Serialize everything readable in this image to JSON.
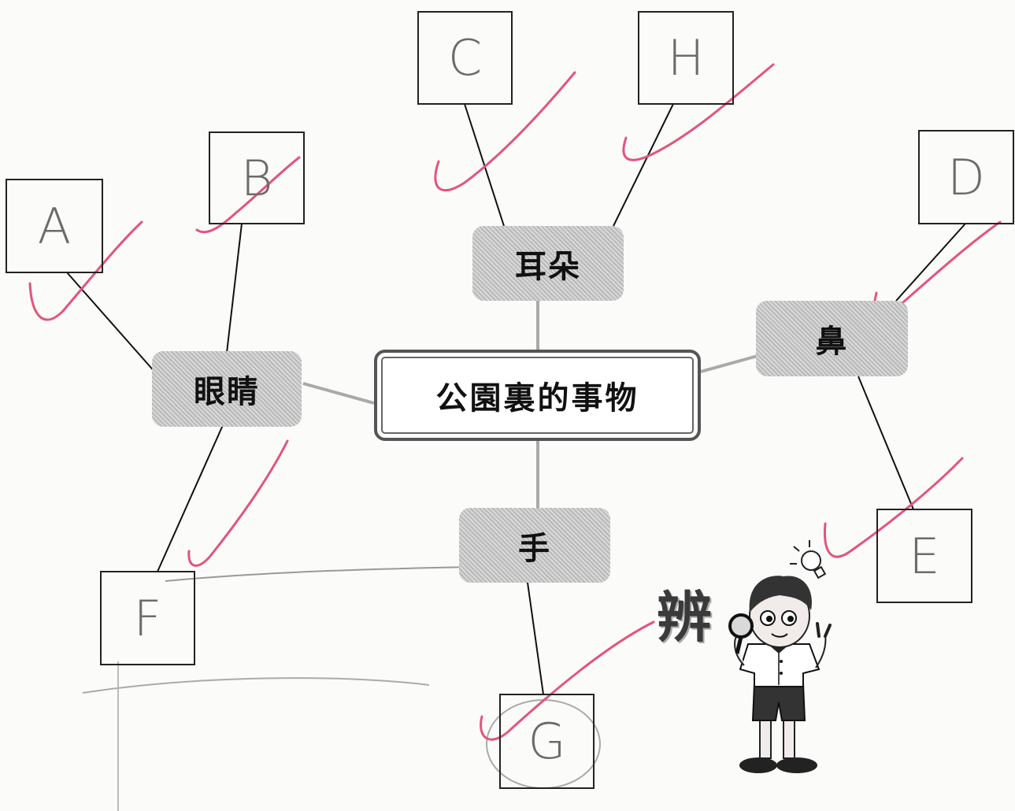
{
  "center_label": "公園裏的事物",
  "topics": {
    "eyes": "眼睛",
    "ears": "耳朵",
    "nose": "鼻",
    "hand": "手"
  },
  "answers": {
    "a": "A",
    "b": "B",
    "c": "C",
    "d": "D",
    "e": "E",
    "f": "F",
    "g": "G",
    "h": "H"
  },
  "stamp_text": "辨",
  "colors": {
    "tick": "#e2557a",
    "line": "#111111",
    "connector": "#a9a9a9",
    "pencil": "#6b6b6b"
  },
  "icons": [
    "magnifier-icon",
    "lightbulb-icon"
  ]
}
